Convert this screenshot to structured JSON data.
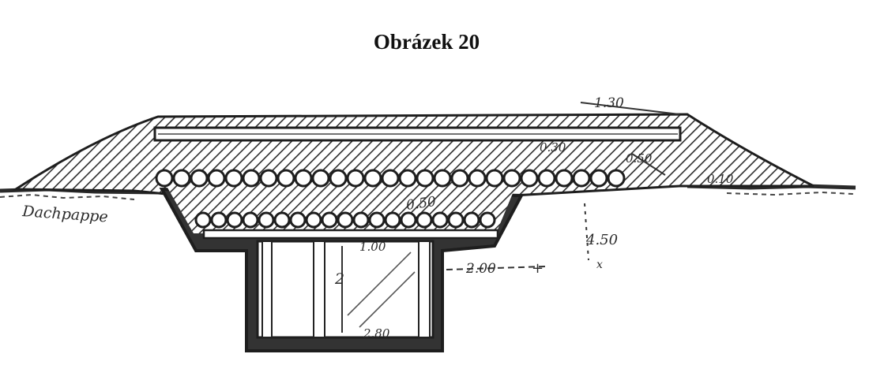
{
  "figure": {
    "caption": "Obrázek 20",
    "material_label": "Dachpappe",
    "dimensions": {
      "top_cover": "1.30",
      "upper_layer": "0.30",
      "slope_upper": "0.50",
      "right_edge": "0.10",
      "middle_fill": "0.50",
      "chamber_slab": "1.00",
      "depth": "4.50",
      "chamber_width_outer": "2.00",
      "chamber_height": "2",
      "chamber_floor_width": "2.80"
    }
  }
}
